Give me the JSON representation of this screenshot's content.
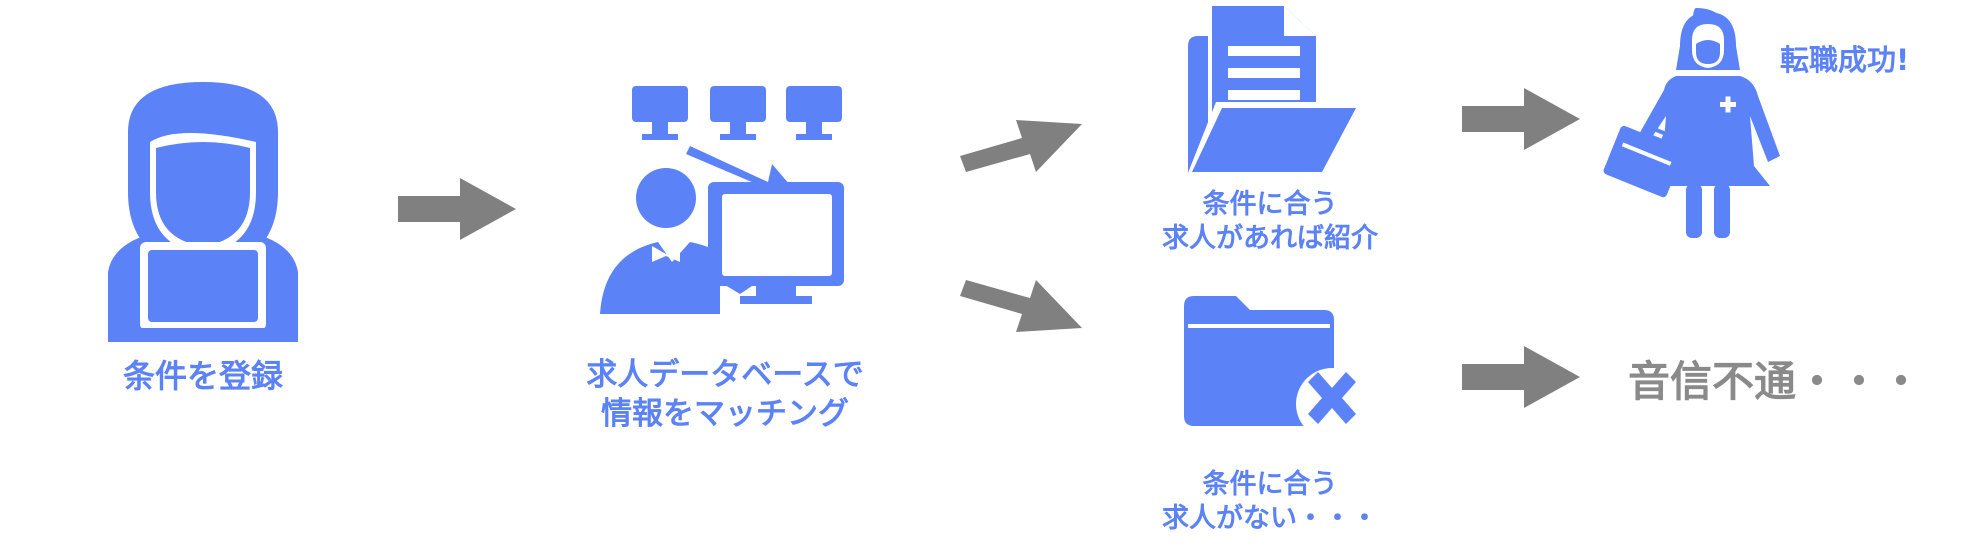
{
  "colors": {
    "icon": "#5b82f7",
    "arrow": "#808080",
    "text_gray": "#8a8a8a"
  },
  "steps": {
    "register": {
      "label": "条件を登録",
      "icon": "person-laptop-icon"
    },
    "matching": {
      "line1": "求人データベースで",
      "line2": "情報をマッチング",
      "icon": "database-matching-icon"
    },
    "match_found": {
      "line1": "条件に合う",
      "line2": "求人があれば紹介",
      "icon": "document-folder-icon"
    },
    "no_match": {
      "line1": "条件に合う",
      "line2": "求人がない・・・",
      "icon": "empty-folder-x-icon"
    },
    "success": {
      "label": "転職成功!",
      "icon": "businesswoman-briefcase-icon"
    },
    "silence": {
      "label": "音信不通・・・"
    }
  }
}
